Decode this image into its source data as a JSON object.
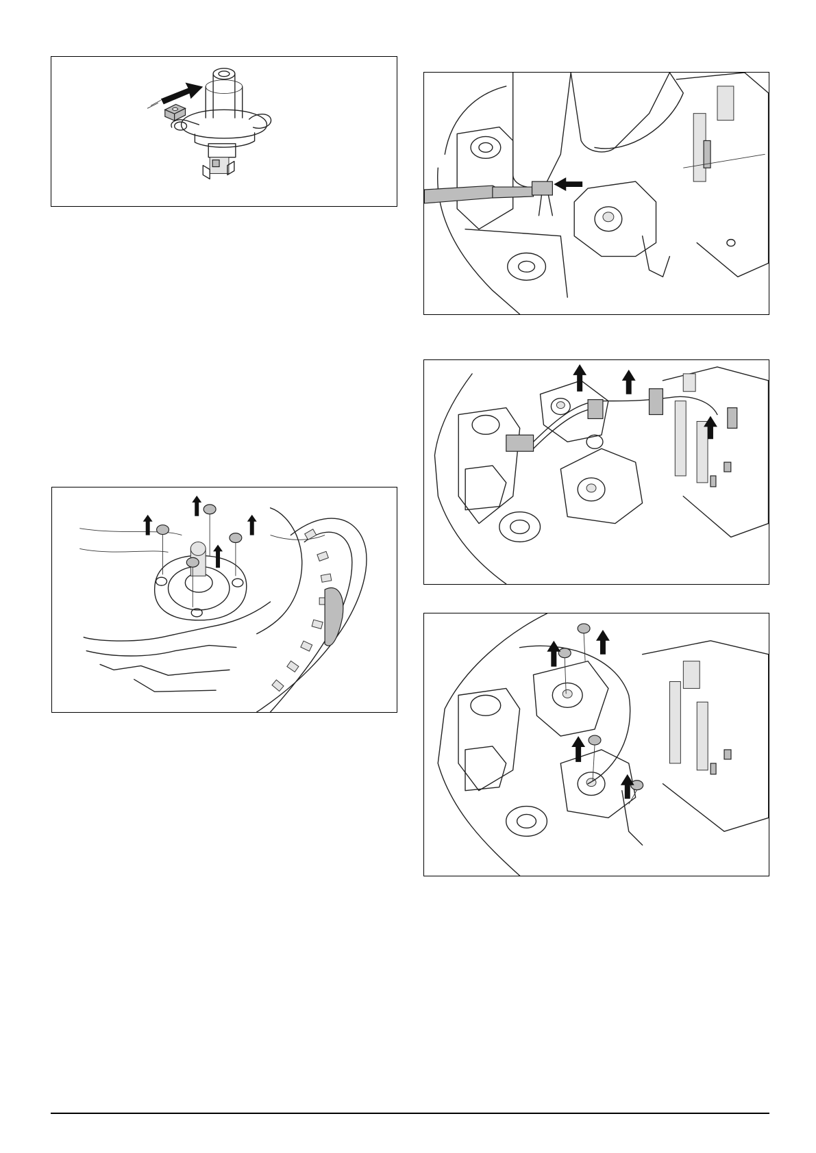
{
  "figures": [
    {
      "id": "fig1",
      "icon": "sensor-nut-insert-illustration"
    },
    {
      "id": "fig2",
      "icon": "cover-screws-removal-illustration"
    },
    {
      "id": "fig3",
      "icon": "connector-release-illustration"
    },
    {
      "id": "fig4",
      "icon": "cable-lift-illustration"
    },
    {
      "id": "fig5",
      "icon": "bracket-screws-removal-illustration"
    }
  ],
  "colors": {
    "line": "#222222",
    "fill_grey": "#bdbdbd",
    "arrow": "#111111"
  }
}
